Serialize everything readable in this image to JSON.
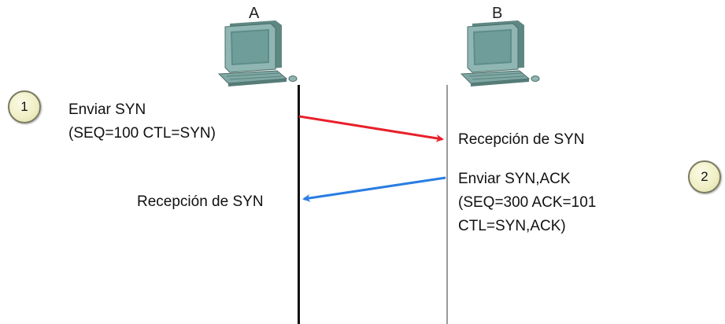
{
  "hosts": {
    "a": {
      "label": "A"
    },
    "b": {
      "label": "B"
    }
  },
  "steps": {
    "one": "1",
    "two": "2"
  },
  "host_a": {
    "send_line1": "Enviar SYN",
    "send_line2": "(SEQ=100 CTL=SYN)",
    "receive": "Recepción de SYN"
  },
  "host_b": {
    "receive": "Recepción de SYN",
    "send_line1": "Enviar SYN,ACK",
    "send_line2": "(SEQ=300 ACK=101",
    "send_line3": "CTL=SYN,ACK)"
  },
  "colors": {
    "syn_arrow": "#e8202a",
    "synack_arrow": "#2a7de1",
    "timeline_a": "#111111",
    "timeline_b": "#9a9a9a",
    "computer_body": "#7fa7a3"
  }
}
